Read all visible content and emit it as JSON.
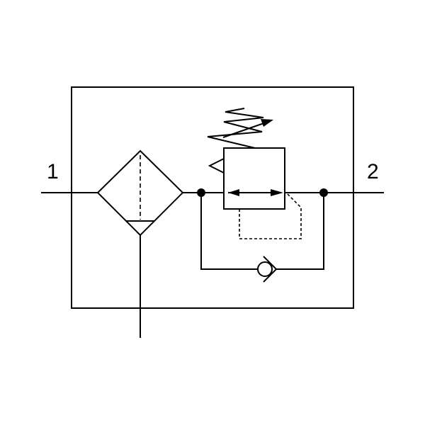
{
  "ports": {
    "inlet": "1",
    "outlet": "2"
  },
  "colors": {
    "line": "#000000",
    "background": "#ffffff"
  },
  "symbols": [
    "filter-symbol",
    "pressure-regulator-symbol",
    "check-valve-symbol"
  ]
}
